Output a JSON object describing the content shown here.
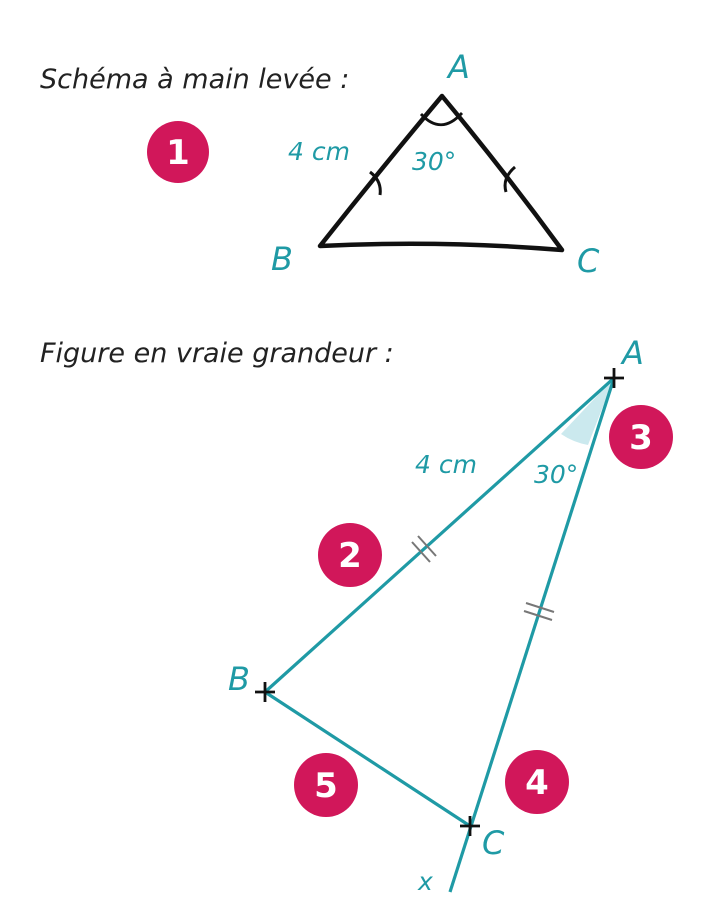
{
  "colors": {
    "accent": "#1f9aa5",
    "badge": "#d1175a",
    "ink": "#111111",
    "angle_fill": "#cbe9ee",
    "tick": "#777777"
  },
  "sketch": {
    "heading": "Schéma à main levée :",
    "step": "1",
    "labels": {
      "A": "A",
      "B": "B",
      "C": "C"
    },
    "side_ab": "4 cm",
    "angle_a": "30°"
  },
  "construction": {
    "heading": "Figure en vraie grandeur :",
    "labels": {
      "A": "A",
      "B": "B",
      "C": "C",
      "x": "x"
    },
    "side_ab": "4 cm",
    "angle_a": "30°",
    "steps": [
      "2",
      "3",
      "4",
      "5"
    ]
  }
}
